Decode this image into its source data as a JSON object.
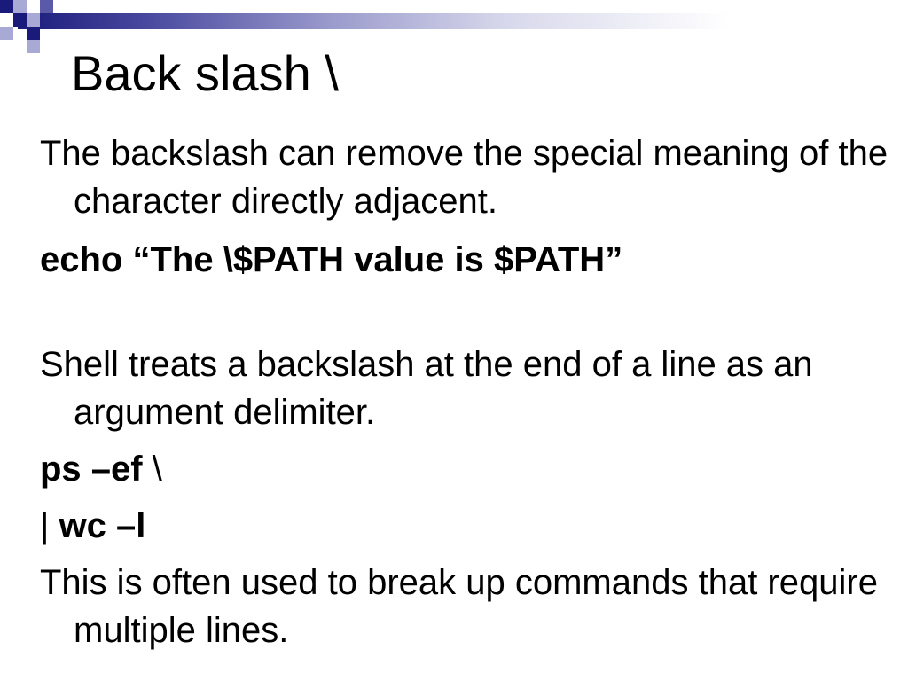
{
  "slide": {
    "title": "Back slash \\",
    "para1": "The backslash can remove the special meaning of the character directly adjacent.",
    "code1": "echo “The \\$PATH value is $PATH”",
    "para2": "Shell treats a backslash at the end of a line as an argument delimiter.",
    "code2_bold": "ps –ef",
    "code2_rest": " \\",
    "code3_pipe": "| ",
    "code3_bold": "wc –l",
    "para3": "This is often used to break up commands that require multiple lines."
  },
  "colors": {
    "accent_dark": "#1a1a7a",
    "accent_light": "#a9a9d6"
  }
}
